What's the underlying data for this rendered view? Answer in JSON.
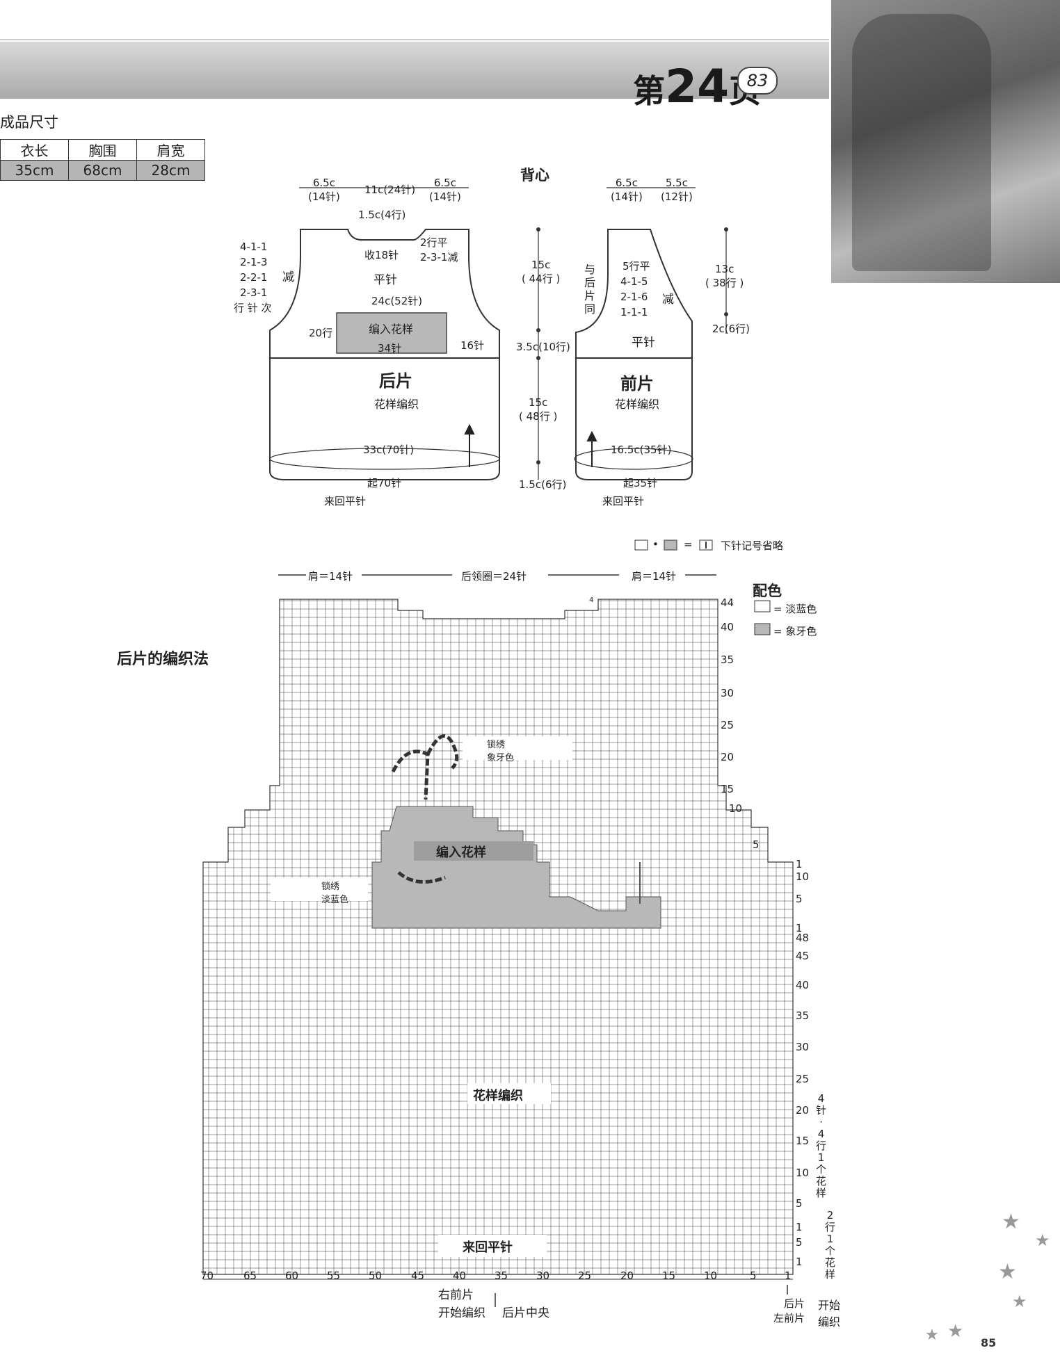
{
  "header": {
    "page_label_prefix": "第",
    "page_label_number": "24",
    "page_label_suffix": "页",
    "badge_number": "83"
  },
  "size_section": {
    "caption": "成品尺寸",
    "columns": [
      "衣长",
      "胸围",
      "肩宽"
    ],
    "values": [
      "35cm",
      "68cm",
      "28cm"
    ]
  },
  "schematic": {
    "title": "背心",
    "back": {
      "top_dims": [
        "6.5c\n(14针)",
        "11c(24针)",
        "6.5c\n(14针)"
      ],
      "neck_depth": "1.5c(4行)",
      "neck_dec_label": "收18针",
      "neck_side": "2行平\n2-3-1减",
      "armhole_dec": [
        "4-1-1",
        "2-1-3",
        "2-2-1",
        "2-3-1",
        "行 针 次"
      ],
      "armhole_dec_word": "减",
      "upper_stitch": "平针",
      "width_at_armhole": "24c(52针)",
      "motif_label": "编入花样",
      "motif_rows": "20行",
      "motif_sts": "34针",
      "bind_off": "16针",
      "piece_name": "后片",
      "pattern": "花样编织",
      "bottom_width": "33c(70针)",
      "cast_on": "起70针",
      "garter": "来回平针"
    },
    "vertical_dims": [
      "15c\n( 44行 )",
      "3.5c(10行)",
      "15c\n( 48行 )",
      "1.5c(6行)"
    ],
    "front": {
      "top_dims": [
        "6.5c\n(14针)",
        "5.5c\n(12针)"
      ],
      "same_as_back": "与后片同",
      "neck_rows": "5行平",
      "neck_dec": [
        "4-1-5",
        "2-1-6",
        "1-1-1"
      ],
      "neck_dec_word": "减",
      "upper_stitch": "平针",
      "piece_name": "前片",
      "pattern": "花样编织",
      "bottom_width": "16.5c(35针)",
      "cast_on": "起35针",
      "garter": "来回平针",
      "right_dims": [
        "13c\n( 38行 )",
        "2c(6行)"
      ]
    }
  },
  "legend_top": {
    "note": "下针记号省略"
  },
  "chart": {
    "heading": "后片的编织法",
    "top_labels": [
      "肩＝14针",
      "后领圈＝24针",
      "肩＝14针"
    ],
    "color_legend_title": "配色",
    "colors": [
      {
        "name": "淡蓝色",
        "hex": "#ffffff"
      },
      {
        "name": "象牙色",
        "hex": "#bdbdbd"
      }
    ],
    "embroidery_1": "锁绣\n象牙色",
    "embroidery_2": "锁绣\n淡蓝色",
    "motif_label": "编入花样",
    "pattern_label": "花样编织",
    "garter_label": "来回平针",
    "upper_row_numbers": [
      "44",
      "40",
      "35",
      "30",
      "25",
      "20",
      "15",
      "10",
      "5",
      "1"
    ],
    "lower_row_numbers": [
      "10",
      "5",
      "1",
      "48",
      "45",
      "40",
      "35",
      "30",
      "25",
      "20",
      "15",
      "10",
      "5",
      "1",
      "5",
      "1"
    ],
    "stitch_numbers": [
      "70",
      "65",
      "60",
      "55",
      "50",
      "45",
      "40",
      "35",
      "30",
      "25",
      "20",
      "15",
      "10",
      "5",
      "1"
    ],
    "repeat_note": [
      "4\n针\n·\n4\n行\n1\n个\n花\n样",
      "2\n行\n1\n个\n花\n样"
    ],
    "bottom_labels": {
      "right_front": "右前片",
      "start": "开始编织",
      "back_center": "后片中央",
      "back_left_front": "后片\n左前片",
      "start_knit": "开始\n编织"
    },
    "small_mark": "4"
  },
  "footer": {
    "page_number": "85"
  }
}
